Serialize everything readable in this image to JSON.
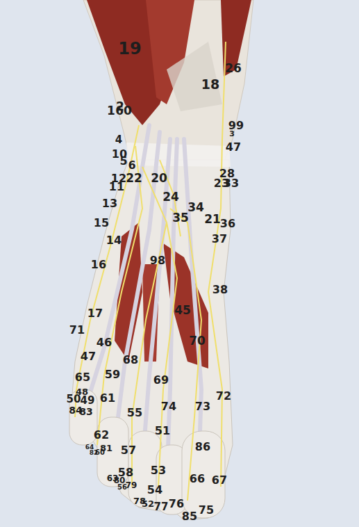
{
  "diagram": {
    "labels": [
      "19",
      "26",
      "18",
      "1",
      "2",
      "60",
      "99",
      "3",
      "4",
      "47",
      "10",
      "5",
      "6",
      "12",
      "22",
      "20",
      "11",
      "28",
      "23",
      "33",
      "24",
      "34",
      "13",
      "35",
      "21",
      "36",
      "15",
      "37",
      "14",
      "98",
      "16",
      "38",
      "45",
      "17",
      "71",
      "46",
      "70",
      "47",
      "68",
      "59",
      "69",
      "65",
      "48",
      "50",
      "49",
      "61",
      "72",
      "84",
      "83",
      "74",
      "73",
      "55",
      "51",
      "62",
      "64",
      "82",
      "60",
      "81",
      "86",
      "57",
      "53",
      "58",
      "66",
      "67",
      "63",
      "80",
      "56",
      "79",
      "54",
      "78",
      "52",
      "77",
      "76",
      "75",
      "85"
    ]
  }
}
